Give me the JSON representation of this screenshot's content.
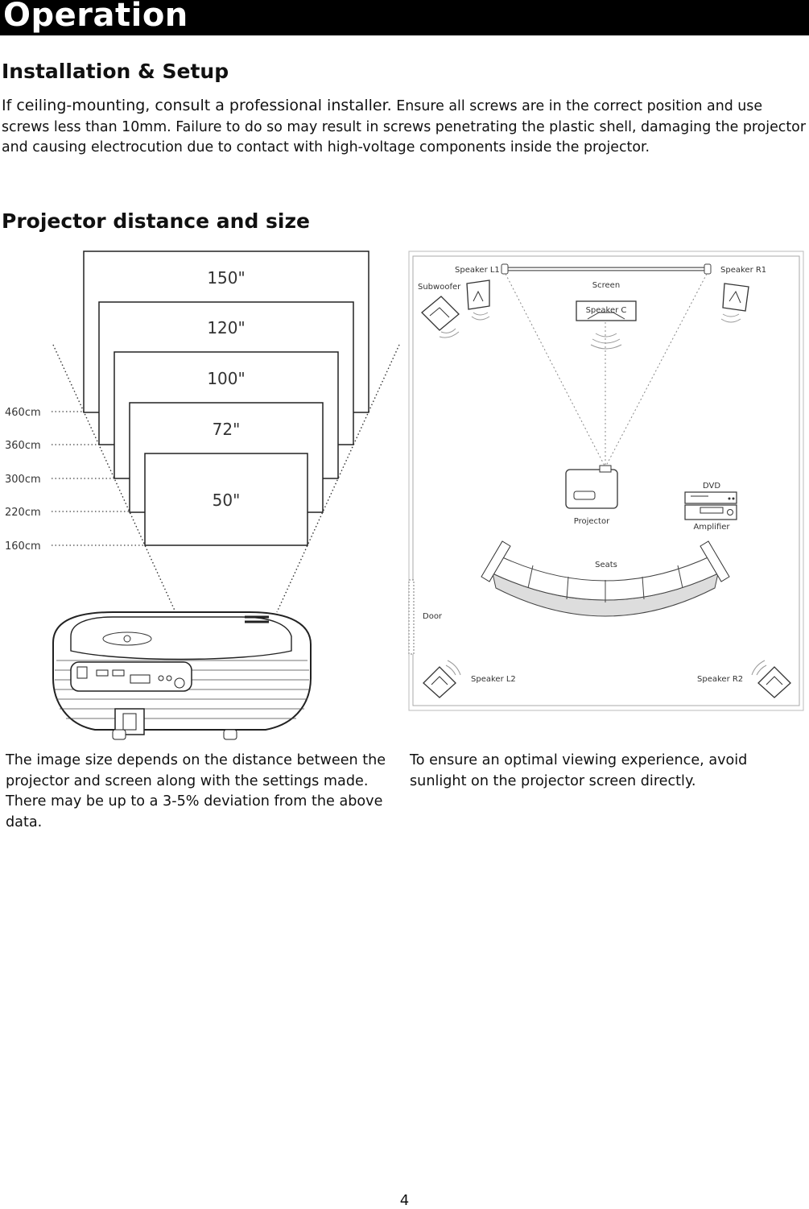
{
  "header": {
    "title": "Operation"
  },
  "installation": {
    "heading": "Installation & Setup",
    "lead": "If ceiling-mounting, consult a professional installer.",
    "body": " Ensure all screws are in the correct position and use screws less than 10mm. Failure to do so may result in screws penetrating the plastic shell, damaging the projector and causing electrocution due to contact with high-voltage components inside the projector."
  },
  "distance": {
    "heading": "Projector distance and size",
    "screens": [
      {
        "size": "150\"",
        "distance": "460cm"
      },
      {
        "size": "120\"",
        "distance": "360cm"
      },
      {
        "size": "100\"",
        "distance": "300cm"
      },
      {
        "size": "72\"",
        "distance": "220cm"
      },
      {
        "size": "50\"",
        "distance": "160cm"
      }
    ]
  },
  "room_layout": {
    "speaker_l1": "Speaker L1",
    "speaker_r1": "Speaker R1",
    "subwoofer": "Subwoofer",
    "screen": "Screen",
    "speaker_c": "Speaker C",
    "dvd": "DVD",
    "projector": "Projector",
    "amplifier": "Amplifier",
    "seats": "Seats",
    "door": "Door",
    "speaker_l2": "Speaker L2",
    "speaker_r2": "Speaker R2"
  },
  "captions": {
    "left": "The image size depends on the distance between the projector and screen along with the settings made. There may be up to a 3-5% deviation from the above data.",
    "right": "To ensure an optimal viewing experience, avoid sunlight on the projector screen directly."
  },
  "page_number": "4"
}
